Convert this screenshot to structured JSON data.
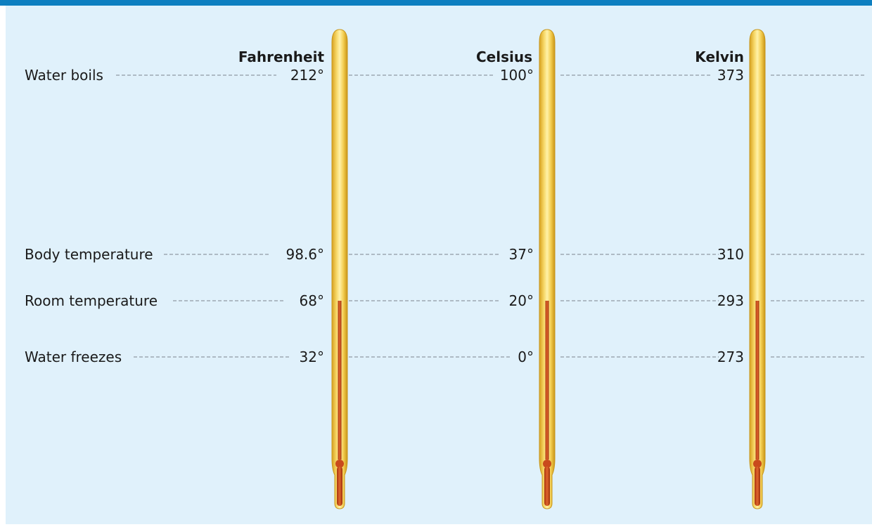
{
  "scales": [
    {
      "name": "Fahrenheit",
      "readings": [
        "212°",
        "98.6°",
        "68°",
        "32°"
      ]
    },
    {
      "name": "Celsius",
      "readings": [
        "100°",
        "37°",
        "20°",
        "0°"
      ]
    },
    {
      "name": "Kelvin",
      "readings": [
        "373",
        "310",
        "293",
        "273"
      ]
    }
  ],
  "rows": [
    {
      "label": "Water boils"
    },
    {
      "label": "Body temperature"
    },
    {
      "label": "Room temperature"
    },
    {
      "label": "Water freezes"
    }
  ],
  "colors": {
    "header_bar": "#0d7fc0",
    "background": "#e0f1fb",
    "glass": "#f1c84a",
    "mercury": "#c94a1c",
    "guide_line": "#8f9aa3"
  }
}
